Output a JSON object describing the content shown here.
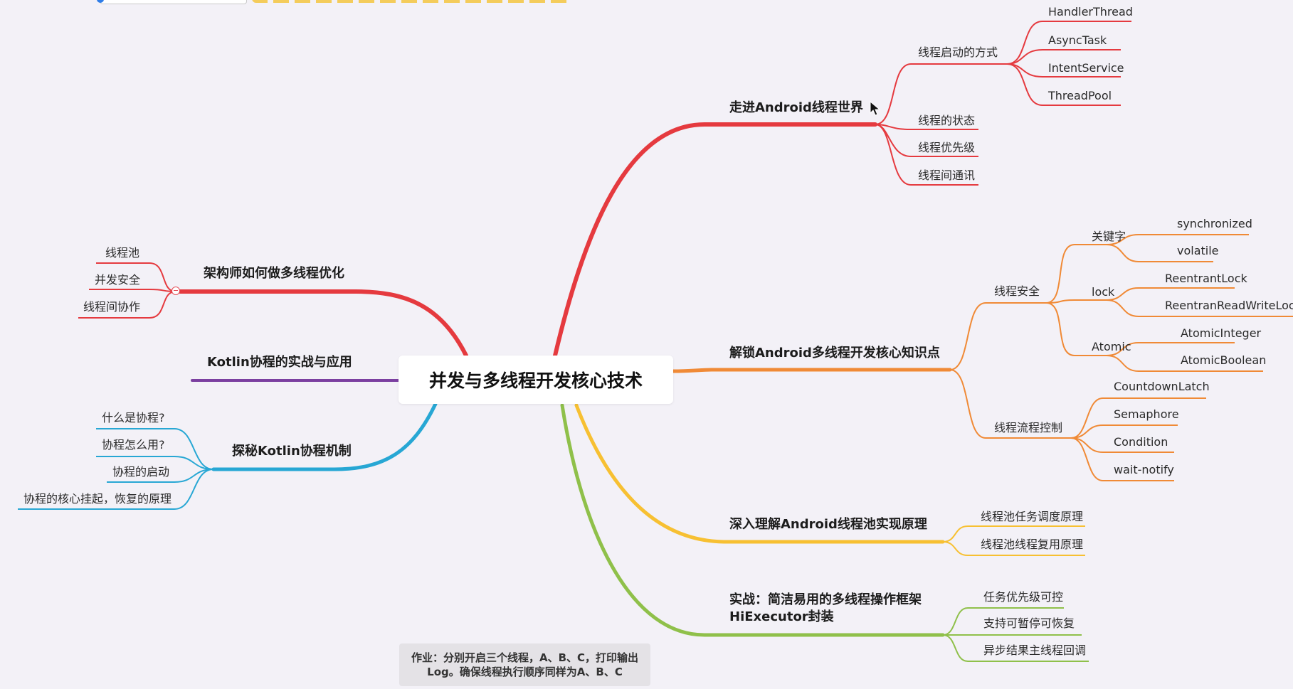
{
  "root": {
    "label": "并发与多线程开发核心技术"
  },
  "note": {
    "line1": "作业：分别开启三个线程，A、B、C，打印输出",
    "line2": "Log。确保线程执行顺序同样为A、B、C"
  },
  "colors": {
    "red": "#e53a3f",
    "orange": "#f08a36",
    "yellow": "#f7c032",
    "green": "#8fc04a",
    "blue": "#27a7d4",
    "purple": "#7b3fa0",
    "crimson": "#e44d57"
  },
  "right": {
    "android_world": {
      "label": "走进Android线程世界",
      "start_ways": {
        "label": "线程启动的方式",
        "items": [
          "HandlerThread",
          "AsyncTask",
          "IntentService",
          "ThreadPool"
        ]
      },
      "others": [
        "线程的状态",
        "线程优先级",
        "线程间通讯"
      ]
    },
    "core_points": {
      "label": "解锁Android多线程开发核心知识点",
      "safety": {
        "label": "线程安全",
        "keyword": {
          "label": "关键字",
          "items": [
            "synchronized",
            "volatile"
          ]
        },
        "lock": {
          "label": "lock",
          "items": [
            "ReentrantLock",
            "ReentranReadWriteLock"
          ]
        },
        "atomic": {
          "label": "Atomic",
          "items": [
            "AtomicInteger",
            "AtomicBoolean"
          ]
        }
      },
      "flow": {
        "label": "线程流程控制",
        "items": [
          "CountdownLatch",
          "Semaphore",
          "Condition",
          "wait-notify"
        ]
      }
    },
    "pool": {
      "label": "深入理解Android线程池实现原理",
      "items": [
        "线程池任务调度原理",
        "线程池线程复用原理"
      ]
    },
    "practice": {
      "label_line1": "实战：简洁易用的多线程操作框架",
      "label_line2": "HiExecutor封装",
      "items": [
        "任务优先级可控",
        "支持可暂停可恢复",
        "异步结果主线程回调"
      ]
    }
  },
  "left": {
    "architect": {
      "label": "架构师如何做多线程优化",
      "items": [
        "线程池",
        "并发安全",
        "线程间协作"
      ]
    },
    "kotlin_practice": {
      "label": "Kotlin协程的实战与应用"
    },
    "kotlin_mech": {
      "label": "探秘Kotlin协程机制",
      "items": [
        "什么是协程?",
        "协程怎么用?",
        "协程的启动",
        "协程的核心挂起，恢复的原理"
      ]
    }
  }
}
